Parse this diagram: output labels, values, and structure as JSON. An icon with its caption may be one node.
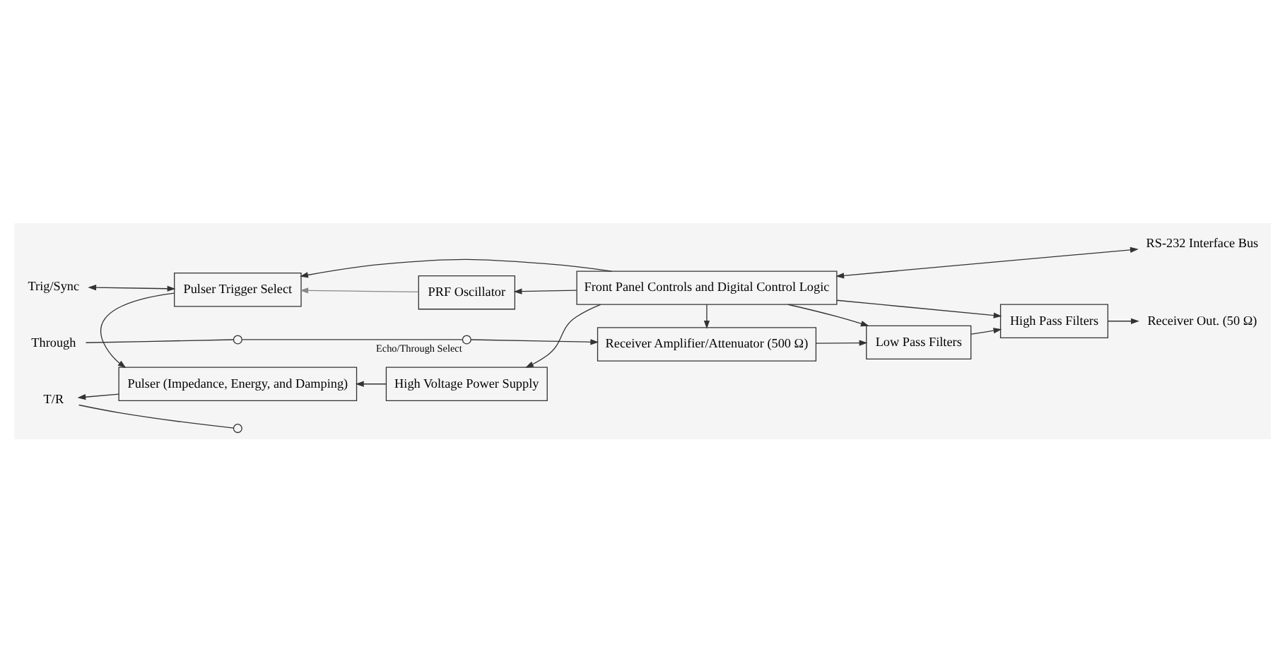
{
  "diagram": {
    "nodes": [
      {
        "text": [
          "Through"
        ]
      },
      {
        "text": [
          "T/R"
        ]
      },
      {
        "text": [],
        "shape": "circle"
      },
      {
        "text": [],
        "shape": "circle"
      },
      {
        "text": [],
        "shape": "circle",
        "beside": [
          "Echo/Through Select"
        ]
      },
      {
        "text": [
          "Receiver Amplifier/Attenuator (500 Ω)"
        ]
      },
      {
        "text": [
          "Low Pass Filters"
        ]
      },
      {
        "text": [
          "High Pass Filters"
        ]
      },
      {
        "text": [
          "Receiver Out. (50 Ω)"
        ]
      },
      {
        "text": [
          "Pulser (Impedance, Energy, and Damping)"
        ]
      },
      {
        "text": [
          "High Voltage Power Supply"
        ]
      },
      {
        "text": [
          "Front Panel Controls and Digital Control Logic"
        ]
      },
      {
        "text": [
          "Pulser Trigger Select"
        ]
      },
      {
        "text": [
          "PRF Oscillator"
        ]
      },
      {
        "text": [
          "RS-232 Interface Bus"
        ]
      },
      {
        "text": [
          "Trig/Sync"
        ]
      }
    ],
    "edges": [
      {
        "from": 0,
        "to": 2,
        "arrow": "none"
      },
      {
        "from": 1,
        "to": 3,
        "arrow": "none"
      },
      {
        "from": 2,
        "to": 4,
        "arrow": "none"
      },
      {
        "from": 4,
        "to": 5,
        "arrow": "to"
      },
      {
        "from": 5,
        "to": 6,
        "arrow": "to"
      },
      {
        "from": 6,
        "to": 7,
        "arrow": "to"
      },
      {
        "from": 7,
        "to": 8,
        "arrow": "to"
      },
      {
        "from": 9,
        "to": 1,
        "arrow": "to"
      },
      {
        "from": 10,
        "to": 9,
        "arrow": "to"
      },
      {
        "from": 11,
        "to": 10,
        "arrow": "to"
      },
      {
        "from": 11,
        "to": 5,
        "arrow": "to"
      },
      {
        "from": 11,
        "to": 6,
        "arrow": "to"
      },
      {
        "from": 11,
        "to": 7,
        "arrow": "to"
      },
      {
        "from": 11,
        "to": 12,
        "arrow": "to"
      },
      {
        "from": 13,
        "to": 12,
        "arrow": "to",
        "color": "#888888"
      },
      {
        "from": 11,
        "to": 13,
        "arrow": "to"
      },
      {
        "from": 12,
        "to": 9,
        "arrow": "to"
      },
      {
        "from": 15,
        "to": 12,
        "arrow": "both"
      },
      {
        "from": 11,
        "to": 14,
        "arrow": "both"
      }
    ]
  }
}
